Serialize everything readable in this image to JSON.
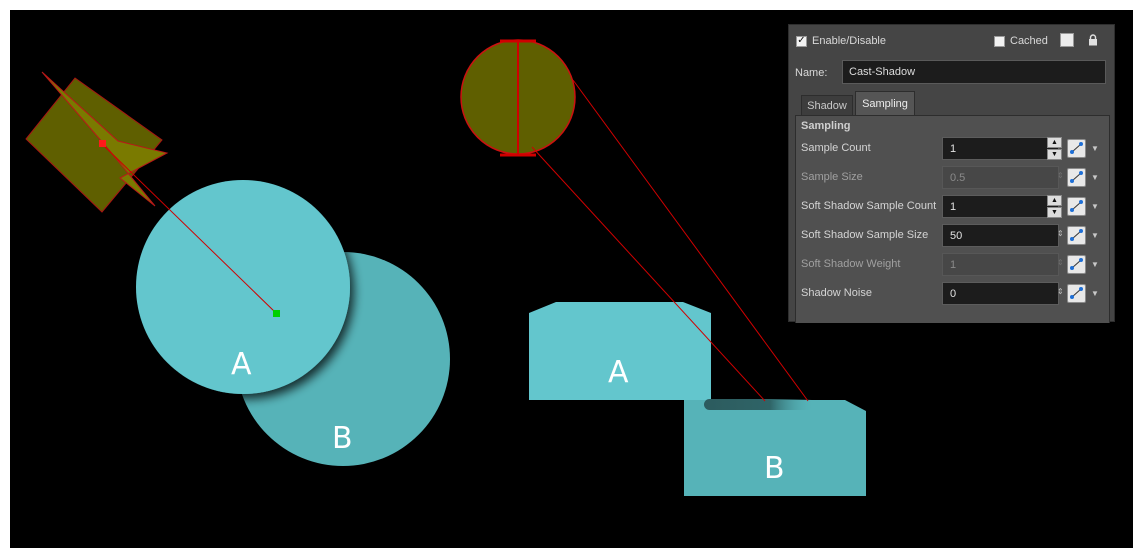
{
  "scene": {
    "left_circles": {
      "label_a": "A",
      "label_b": "B"
    },
    "right_boxes": {
      "label_a": "A",
      "label_b": "B"
    },
    "colors": {
      "background": "#000000",
      "shape_front": "#63c6cd",
      "shape_back": "#56b3b8",
      "light_olive": "#5f5f00",
      "light_outline": "#cc1111",
      "guide_line": "#cc0000",
      "target_handle": "#00d000",
      "pivot_handle": "#ff1a1a"
    }
  },
  "panel": {
    "enable_label": "Enable/Disable",
    "enable_checked": true,
    "cached_label": "Cached",
    "cached_checked": false,
    "lock_icon": "lock-icon",
    "name_label": "Name:",
    "name_value": "Cast-Shadow",
    "tabs": [
      {
        "label": "Shadow",
        "active": false
      },
      {
        "label": "Sampling",
        "active": true
      }
    ],
    "section_title": "Sampling",
    "params": [
      {
        "label": "Sample Count",
        "value": "1",
        "enabled": true
      },
      {
        "label": "Sample Size",
        "value": "0.5",
        "enabled": false
      },
      {
        "label": "Soft Shadow Sample Count",
        "value": "1",
        "enabled": true
      },
      {
        "label": "Soft Shadow Sample Size",
        "value": "50",
        "enabled": true
      },
      {
        "label": "Soft Shadow Weight",
        "value": "1",
        "enabled": false
      },
      {
        "label": "Shadow Noise",
        "value": "0",
        "enabled": true
      }
    ]
  }
}
